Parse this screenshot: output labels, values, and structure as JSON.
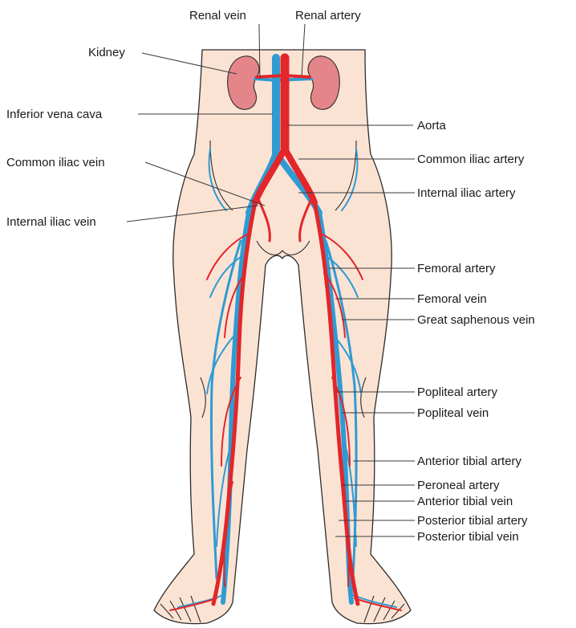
{
  "colors": {
    "artery": "#e2262a",
    "vein": "#2f9bd3",
    "skin": "#fbe3d4",
    "kidney": "#e4858a"
  },
  "labels": {
    "renal_vein": "Renal vein",
    "renal_artery": "Renal artery",
    "kidney": "Kidney",
    "inferior_vena_cava": "Inferior vena cava",
    "aorta": "Aorta",
    "common_iliac_vein": "Common iliac vein",
    "common_iliac_artery": "Common iliac artery",
    "internal_iliac_artery": "Internal iliac artery",
    "internal_iliac_vein": "Internal iliac vein",
    "femoral_artery": "Femoral artery",
    "femoral_vein": "Femoral vein",
    "great_saphenous_vein": "Great saphenous vein",
    "popliteal_artery": "Popliteal artery",
    "popliteal_vein": "Popliteal vein",
    "anterior_tibial_artery": "Anterior tibial artery",
    "peroneal_artery": "Peroneal artery",
    "anterior_tibial_vein": "Anterior tibial vein",
    "posterior_tibial_artery": "Posterior tibial artery",
    "posterior_tibial_vein": "Posterior tibial vein"
  }
}
